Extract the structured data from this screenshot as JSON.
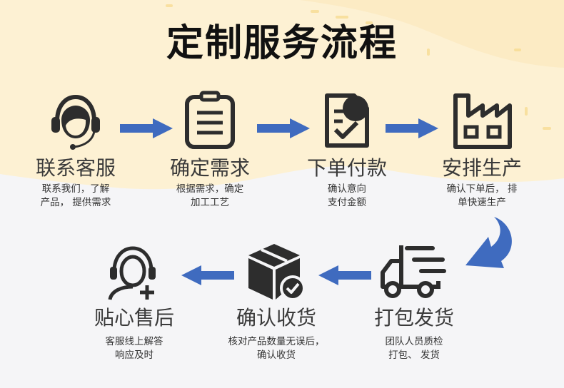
{
  "title": "定制服务流程",
  "colors": {
    "accent": "#3f6bbf",
    "icon": "#3a3a3a",
    "warm_bg": "#fdf1d3"
  },
  "steps": [
    {
      "label": "联系客服",
      "desc1": "联系我们，了解",
      "desc2": "产品，  提供需求",
      "icon": "headset-agent-icon"
    },
    {
      "label": "确定需求",
      "desc1": "根据需求，确定",
      "desc2": "加工工艺",
      "icon": "clipboard-list-icon"
    },
    {
      "label": "下单付款",
      "desc1": "确认意向",
      "desc2": "支付金额",
      "icon": "order-check-icon"
    },
    {
      "label": "安排生产",
      "desc1": "确认下单后，  排",
      "desc2": "单快速生产",
      "icon": "factory-icon"
    },
    {
      "label": "打包发货",
      "desc1": "团队人员质检",
      "desc2": "打包、  发货",
      "icon": "delivery-truck-icon"
    },
    {
      "label": "确认收货",
      "desc1": "核对产品数量无误后，",
      "desc2": "确认收货",
      "icon": "package-check-icon"
    },
    {
      "label": "贴心售后",
      "desc1": "客服线上解答",
      "desc2": "响应及时",
      "icon": "after-sales-support-icon"
    }
  ]
}
